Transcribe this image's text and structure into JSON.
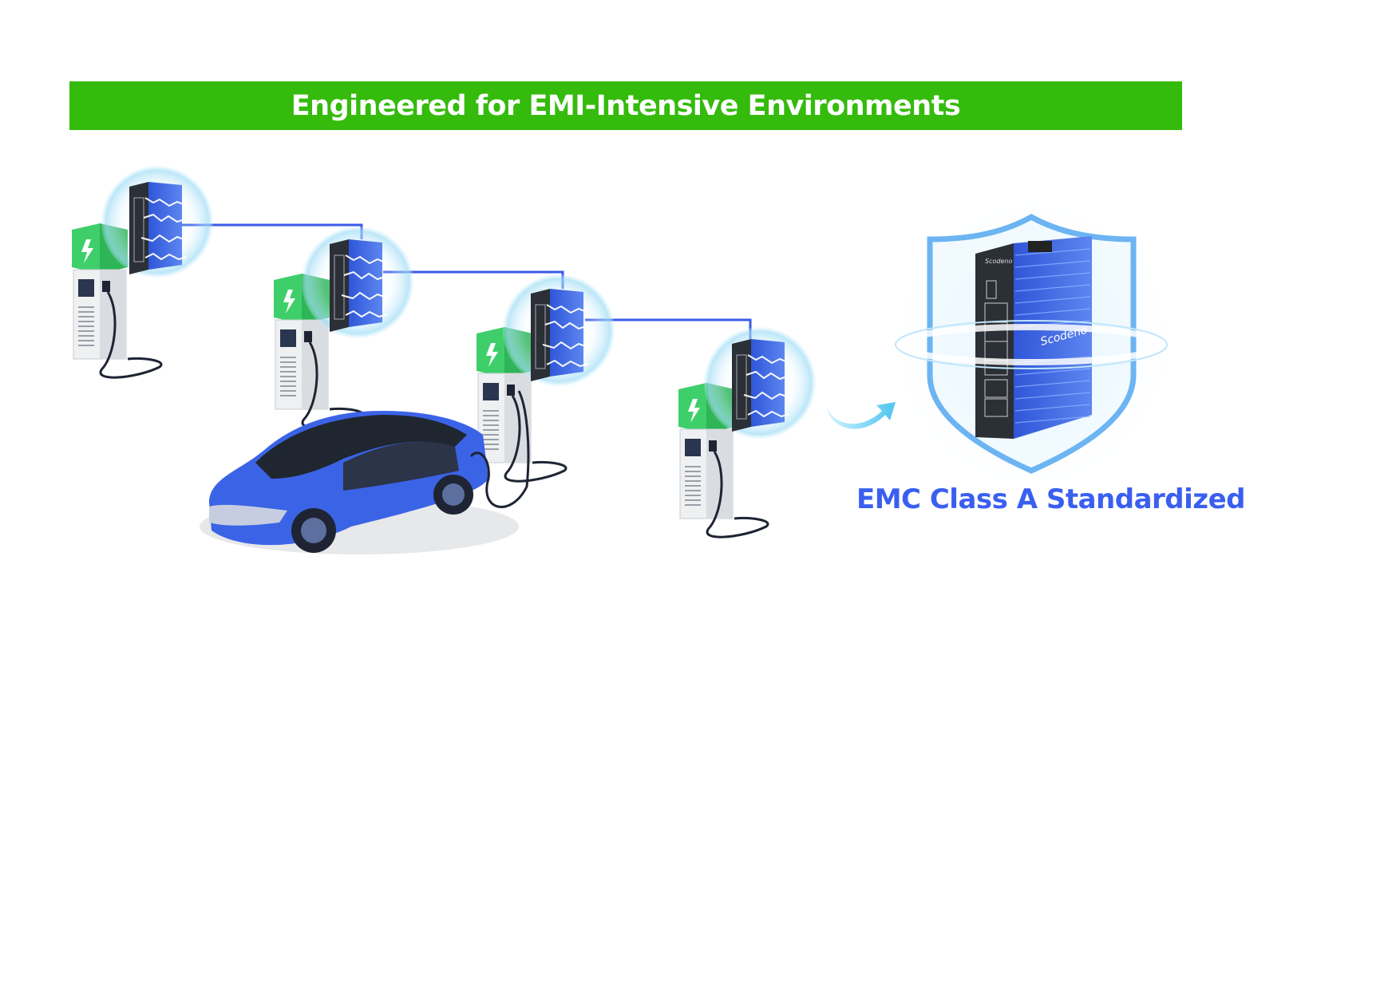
{
  "banner": {
    "title": "Engineered for EMI-Intensive Environments"
  },
  "product": {
    "brand": "Scodeno",
    "caption": "EMC Class A Standardized"
  },
  "colors": {
    "banner_green": "#34bb0c",
    "accent_blue": "#3a5ff0",
    "link_blue": "#3a5ae8",
    "charger_green": "#3fcf6a"
  }
}
